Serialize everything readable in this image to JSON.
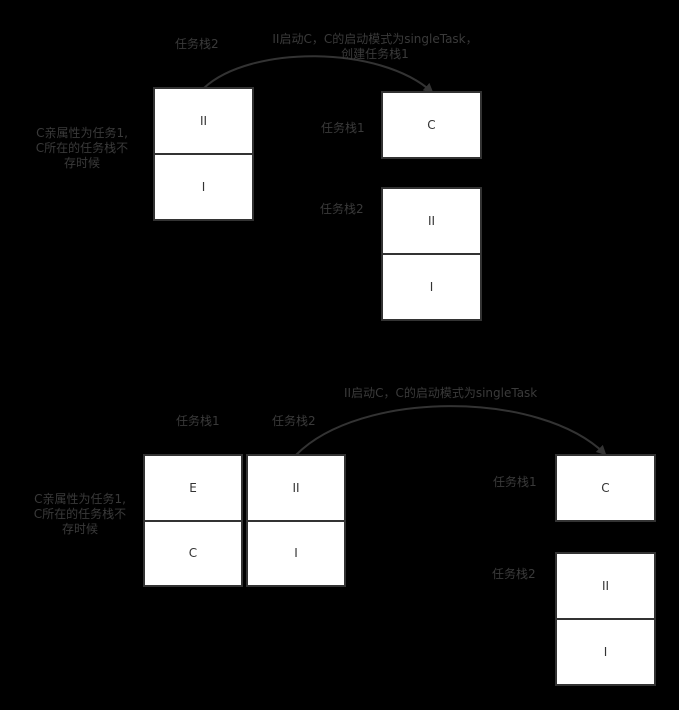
{
  "colors": {
    "background": "#000000",
    "box_fill": "#ffffff",
    "stroke": "#333333",
    "label_text": "#3a3a3a"
  },
  "scenario1": {
    "source_stack_label": "任务栈2",
    "note": [
      "C亲属性为任务1,",
      "C所在的任务栈不",
      "存时候"
    ],
    "arrow_label": [
      "II启动C，C的启动模式为singleTask，",
      "创建任务栈1"
    ],
    "source_stack": [
      "II",
      "I"
    ],
    "result_stacks": [
      {
        "label": "任务栈1",
        "items": [
          "C"
        ]
      },
      {
        "label": "任务栈2",
        "items": [
          "II",
          "I"
        ]
      }
    ]
  },
  "scenario2": {
    "note": [
      "C亲属性为任务1,",
      "C所在的任务栈不",
      "存时候"
    ],
    "arrow_label": "II启动C，C的启动模式为singleTask",
    "source_stacks": [
      {
        "label": "任务栈1",
        "items": [
          "E",
          "C"
        ]
      },
      {
        "label": "任务栈2",
        "items": [
          "II",
          "I"
        ]
      }
    ],
    "result_stacks": [
      {
        "label": "任务栈1",
        "items": [
          "C"
        ]
      },
      {
        "label": "任务栈2",
        "items": [
          "II",
          "I"
        ]
      }
    ]
  }
}
